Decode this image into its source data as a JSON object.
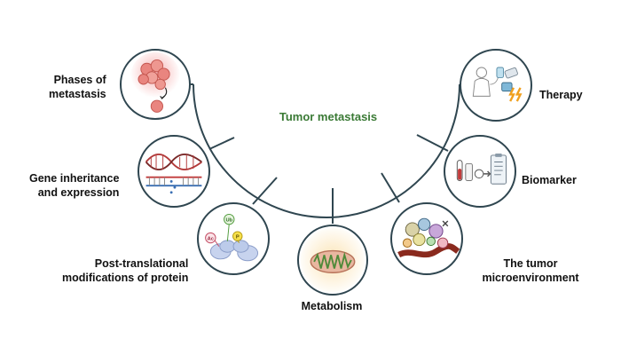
{
  "center": {
    "title": "Tumor metastasis",
    "title_color": "#3a7a35"
  },
  "nodes": [
    {
      "id": "phases",
      "lines": [
        "Phases of",
        "metastasis"
      ],
      "icon": "cancer-cells-icon"
    },
    {
      "id": "gene",
      "lines": [
        "Gene inheritance",
        "and expression"
      ],
      "icon": "dna-helix-icon"
    },
    {
      "id": "ptm",
      "lines": [
        "Post-translational",
        "modifications of protein"
      ],
      "icon": "protein-modification-icon",
      "tags": [
        "Ub",
        "Ac",
        "P"
      ]
    },
    {
      "id": "metabolism",
      "lines": [
        "Metabolism"
      ],
      "icon": "mitochondrion-icon"
    },
    {
      "id": "tme",
      "lines": [
        "The tumor",
        "microenvironment"
      ],
      "icon": "tumor-microenvironment-icon"
    },
    {
      "id": "biomarker",
      "lines": [
        "Biomarker"
      ],
      "icon": "biomarker-test-icon"
    },
    {
      "id": "therapy",
      "lines": [
        "Therapy"
      ],
      "icon": "therapy-icon"
    }
  ],
  "colors": {
    "connector": "#2f4650",
    "label": "#111111"
  }
}
